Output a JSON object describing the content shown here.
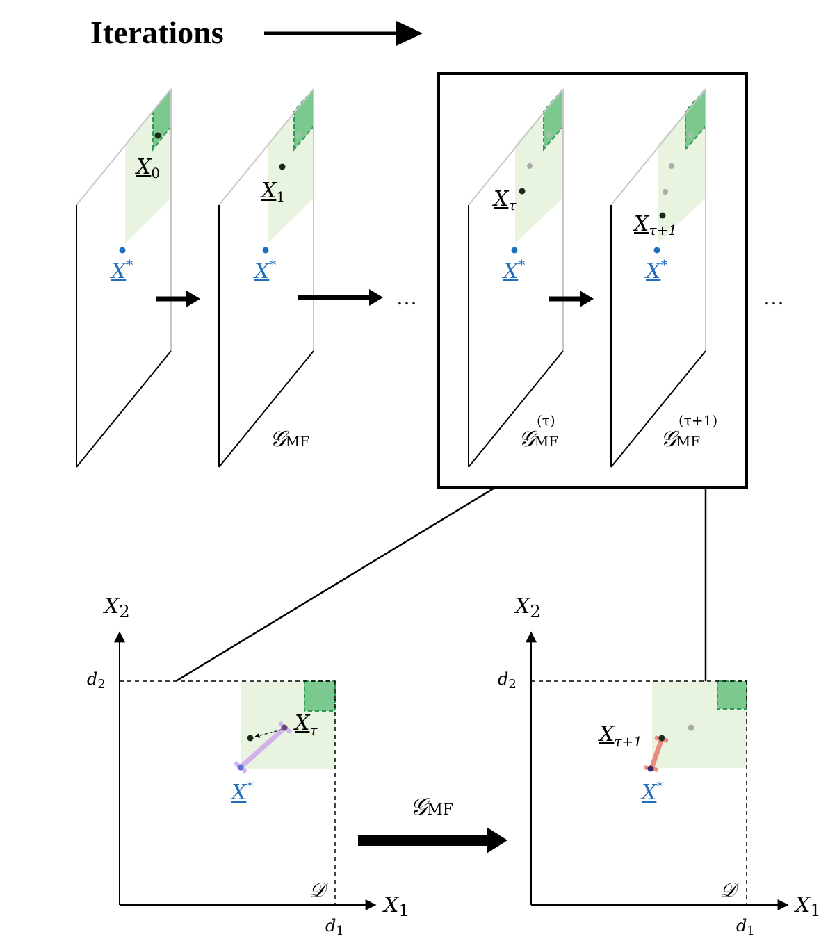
{
  "title": "Iterations",
  "ellipsis": "…",
  "operator_symbol": "𝒢",
  "operator_sub": "MF",
  "planes": [
    {
      "point_label": "X",
      "point_sub": "0",
      "star_label": "X",
      "star_sup": "*"
    },
    {
      "point_label": "X",
      "point_sub": "1",
      "star_label": "X",
      "star_sup": "*",
      "op_label": "MF"
    },
    {
      "point_label": "X",
      "point_sub": "τ",
      "star_label": "X",
      "star_sup": "*",
      "op_sup": "(τ)"
    },
    {
      "point_label": "X",
      "point_sub": "τ+1",
      "star_label": "X",
      "star_sup": "*",
      "op_sup": "(τ+1)"
    }
  ],
  "zoom": {
    "left": {
      "y_axis": "X",
      "y_axis_sub": "2",
      "x_axis": "X",
      "x_axis_sub": "1",
      "d2": "d",
      "d2_sub": "2",
      "d1": "d",
      "d1_sub": "1",
      "domain": "𝒟",
      "point_label": "X",
      "point_sub": "τ",
      "star_label": "X",
      "star_sup": "*"
    },
    "right": {
      "y_axis": "X",
      "y_axis_sub": "2",
      "x_axis": "X",
      "x_axis_sub": "1",
      "d2": "d",
      "d2_sub": "2",
      "d1": "d",
      "d1_sub": "1",
      "domain": "𝒟",
      "point_label": "X",
      "point_sub": "τ+1",
      "star_label": "X",
      "star_sup": "*"
    },
    "arrow_label": "MF"
  },
  "colors": {
    "star": "#1f6fbf",
    "light_green": "#e8f3e0",
    "dark_green": "#7cc98f",
    "dark_green_stroke": "#2e9a55",
    "purple": "#c9a8e8",
    "red": "#e87a6a",
    "gray_dot": "#aaaaaa"
  }
}
